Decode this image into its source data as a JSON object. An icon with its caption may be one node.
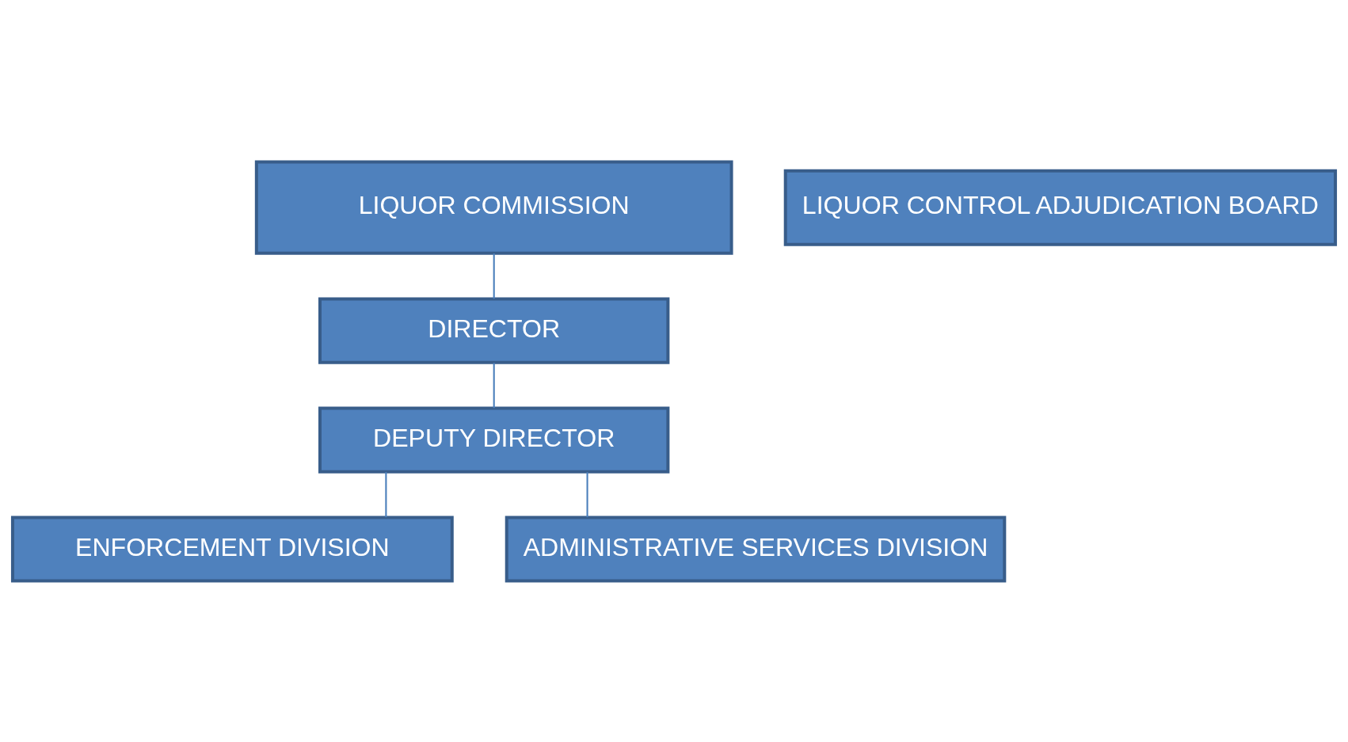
{
  "diagram": {
    "nodes": [
      {
        "text": [
          "LIQUOR COMMISSION"
        ]
      },
      {
        "text": [
          "LIQUOR CONTROL ADJUDICATION BOARD"
        ]
      },
      {
        "text": [
          "DIRECTOR"
        ]
      },
      {
        "text": [
          "DEPUTY DIRECTOR"
        ]
      },
      {
        "text": [
          "ENFORCEMENT DIVISION"
        ]
      },
      {
        "text": [
          "ADMINISTRATIVE SERVICES DIVISION"
        ]
      }
    ],
    "edges": [
      {
        "from": 0,
        "to": 2,
        "arrow": "none"
      },
      {
        "from": 2,
        "to": 3,
        "arrow": "none"
      },
      {
        "from": 3,
        "to": 4,
        "arrow": "none"
      },
      {
        "from": 3,
        "to": 5,
        "arrow": "none"
      }
    ]
  }
}
